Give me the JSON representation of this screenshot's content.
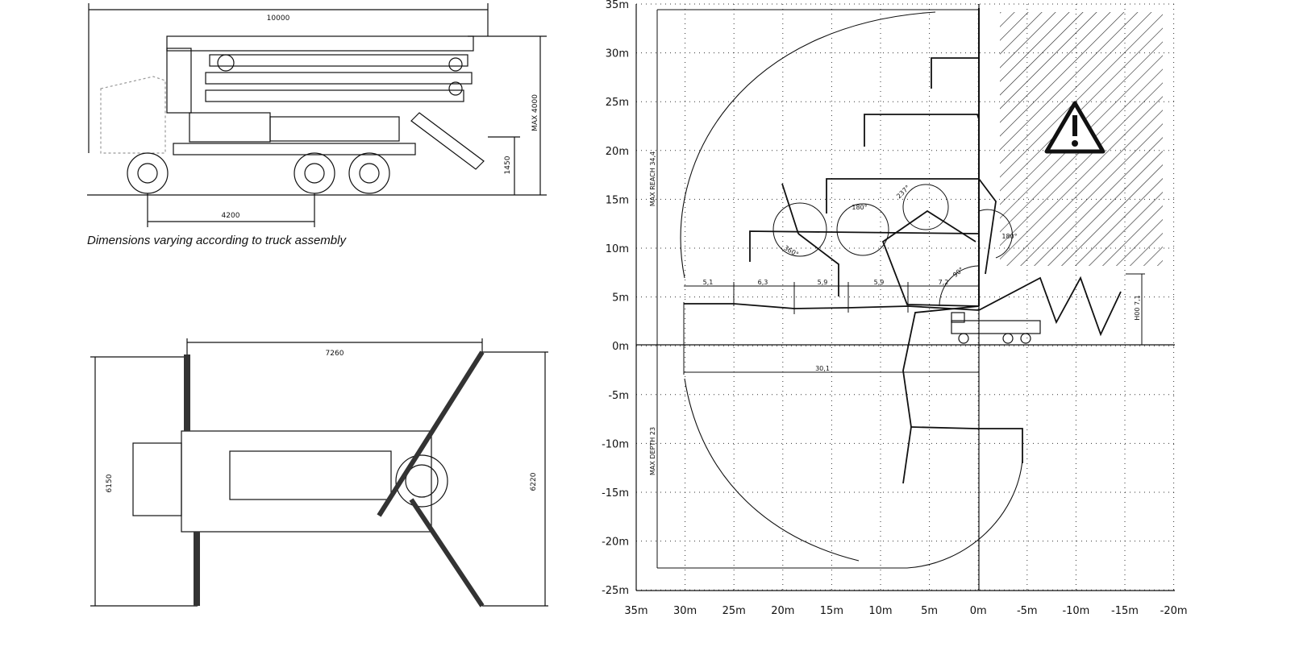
{
  "side_view": {
    "overall_length": "10000",
    "wheelbase": "4200",
    "max_height": "MAX 4000",
    "chassis_height": "1450",
    "caption": "Dimensions varying according to truck assembly"
  },
  "top_view": {
    "outrigger_span_length": "7260",
    "rear_width": "6150",
    "front_width": "6220"
  },
  "reach_diagram": {
    "y_ticks": [
      "35m",
      "30m",
      "25m",
      "20m",
      "15m",
      "10m",
      "5m",
      "0m",
      "-5m",
      "-10m",
      "-15m",
      "-20m",
      "-25m"
    ],
    "x_ticks": [
      "35m",
      "30m",
      "25m",
      "20m",
      "15m",
      "10m",
      "5m",
      "0m",
      "-5m",
      "-10m",
      "-15m",
      "-20m"
    ],
    "max_reach_label": "MAX REACH 34,4",
    "max_depth_label": "MAX DEPTH 23",
    "horizontal_reach": "30,1",
    "height_label": "H00 7,1",
    "section_lengths": [
      "5,1",
      "6,3",
      "5,9",
      "5,9",
      "7,2"
    ],
    "angles": [
      "360°",
      "180°",
      "237°",
      "180°",
      "90°"
    ],
    "warning_icon": "warning-triangle-icon"
  }
}
